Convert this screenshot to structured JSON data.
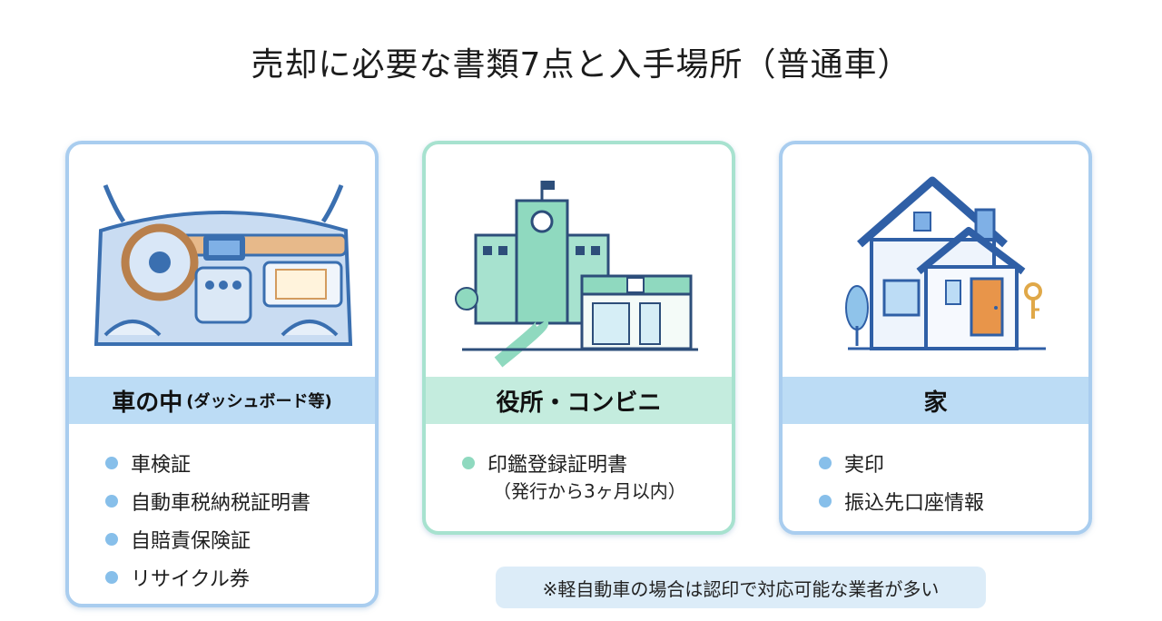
{
  "title": "売却に必要な書類7点と入手場所（普通車）",
  "cards": [
    {
      "heading": "車の中",
      "heading_sub": "(ダッシュボード等)",
      "illustration": "car-interior-icon",
      "items": [
        "車検証",
        "自動車税納税証明書",
        "自賠責保険証",
        "リサイクル券"
      ]
    },
    {
      "heading": "役所・コンビニ",
      "illustration": "city-hall-convenience-store-icon",
      "items": [
        "印鑑登録証明書"
      ],
      "item_note": "（発行から3ヶ月以内）"
    },
    {
      "heading": "家",
      "illustration": "house-icon",
      "items": [
        "実印",
        "振込先口座情報"
      ]
    }
  ],
  "footnote": "※軽自動車の場合は認印で対応可能な業者が多い",
  "colors": {
    "blue_border": "#a9cdef",
    "blue_band": "#bcdcf5",
    "green_border": "#a7e2cf",
    "green_band": "#c4ecde",
    "note_bg": "#dcecf8"
  }
}
